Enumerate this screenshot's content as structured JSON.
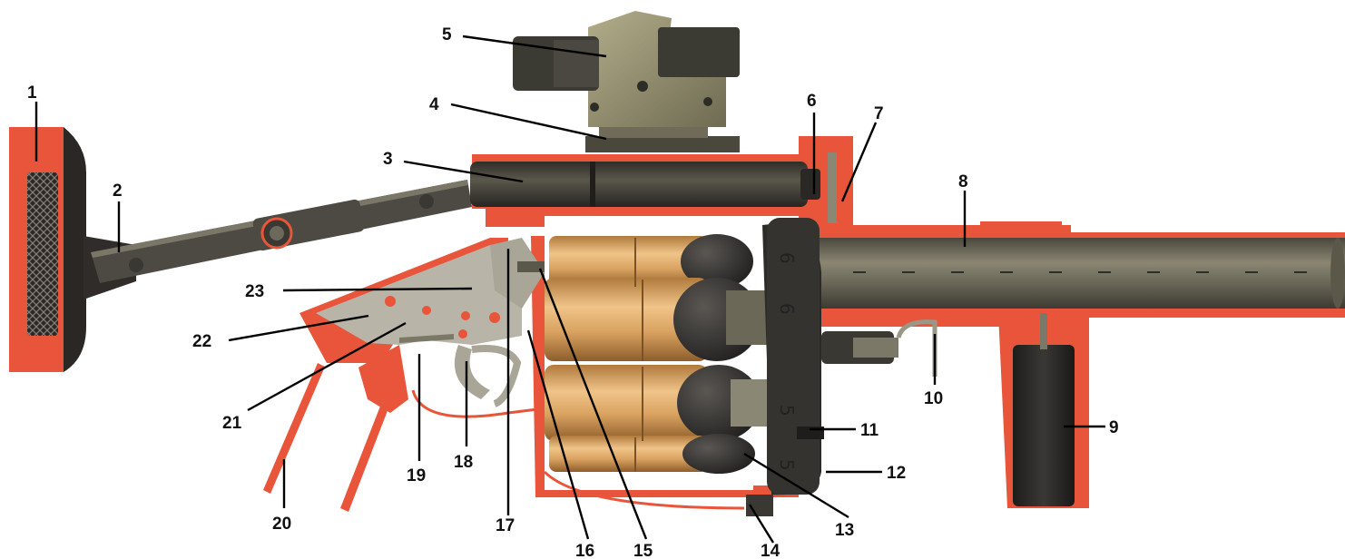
{
  "diagram": {
    "kind": "cutaway illustration of a revolver-type grenade launcher",
    "colors": {
      "body_red": "#e8553a",
      "red_dark": "#c8412a",
      "barrel_grey": "#6d6a5a",
      "grenade_copper": "#d7a25e",
      "grenade_head": "#2c2a28",
      "sight_khaki": "#8f8a6a",
      "metal_dark": "#3a3832"
    },
    "callouts": [
      {
        "id": "1",
        "label": "1"
      },
      {
        "id": "2",
        "label": "2"
      },
      {
        "id": "3",
        "label": "3"
      },
      {
        "id": "4",
        "label": "4"
      },
      {
        "id": "5",
        "label": "5"
      },
      {
        "id": "6",
        "label": "6"
      },
      {
        "id": "7",
        "label": "7"
      },
      {
        "id": "8",
        "label": "8"
      },
      {
        "id": "9",
        "label": "9"
      },
      {
        "id": "10",
        "label": "10"
      },
      {
        "id": "11",
        "label": "11"
      },
      {
        "id": "12",
        "label": "12"
      },
      {
        "id": "13",
        "label": "13"
      },
      {
        "id": "14",
        "label": "14"
      },
      {
        "id": "15",
        "label": "15"
      },
      {
        "id": "16",
        "label": "16"
      },
      {
        "id": "17",
        "label": "17"
      },
      {
        "id": "18",
        "label": "18"
      },
      {
        "id": "19",
        "label": "19"
      },
      {
        "id": "20",
        "label": "20"
      },
      {
        "id": "21",
        "label": "21"
      },
      {
        "id": "22",
        "label": "22"
      },
      {
        "id": "23",
        "label": "23"
      }
    ],
    "cylinder_markings": [
      "6",
      "6",
      "5",
      "5"
    ]
  }
}
